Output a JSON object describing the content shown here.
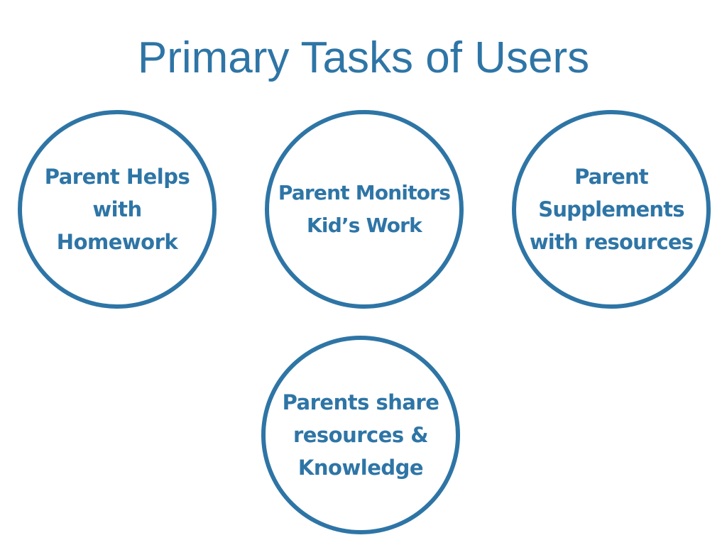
{
  "slide": {
    "title": "Primary Tasks of Users"
  },
  "tasks": [
    {
      "label": "Parent Helps\nwith\nHomework"
    },
    {
      "label": "Parent Monitors\nKid’s Work"
    },
    {
      "label": "Parent\nSupplements\nwith resources"
    },
    {
      "label": "Parents share\nresources &\nKnowledge"
    }
  ],
  "colors": {
    "accent": "#2e75a6",
    "background": "#ffffff"
  }
}
